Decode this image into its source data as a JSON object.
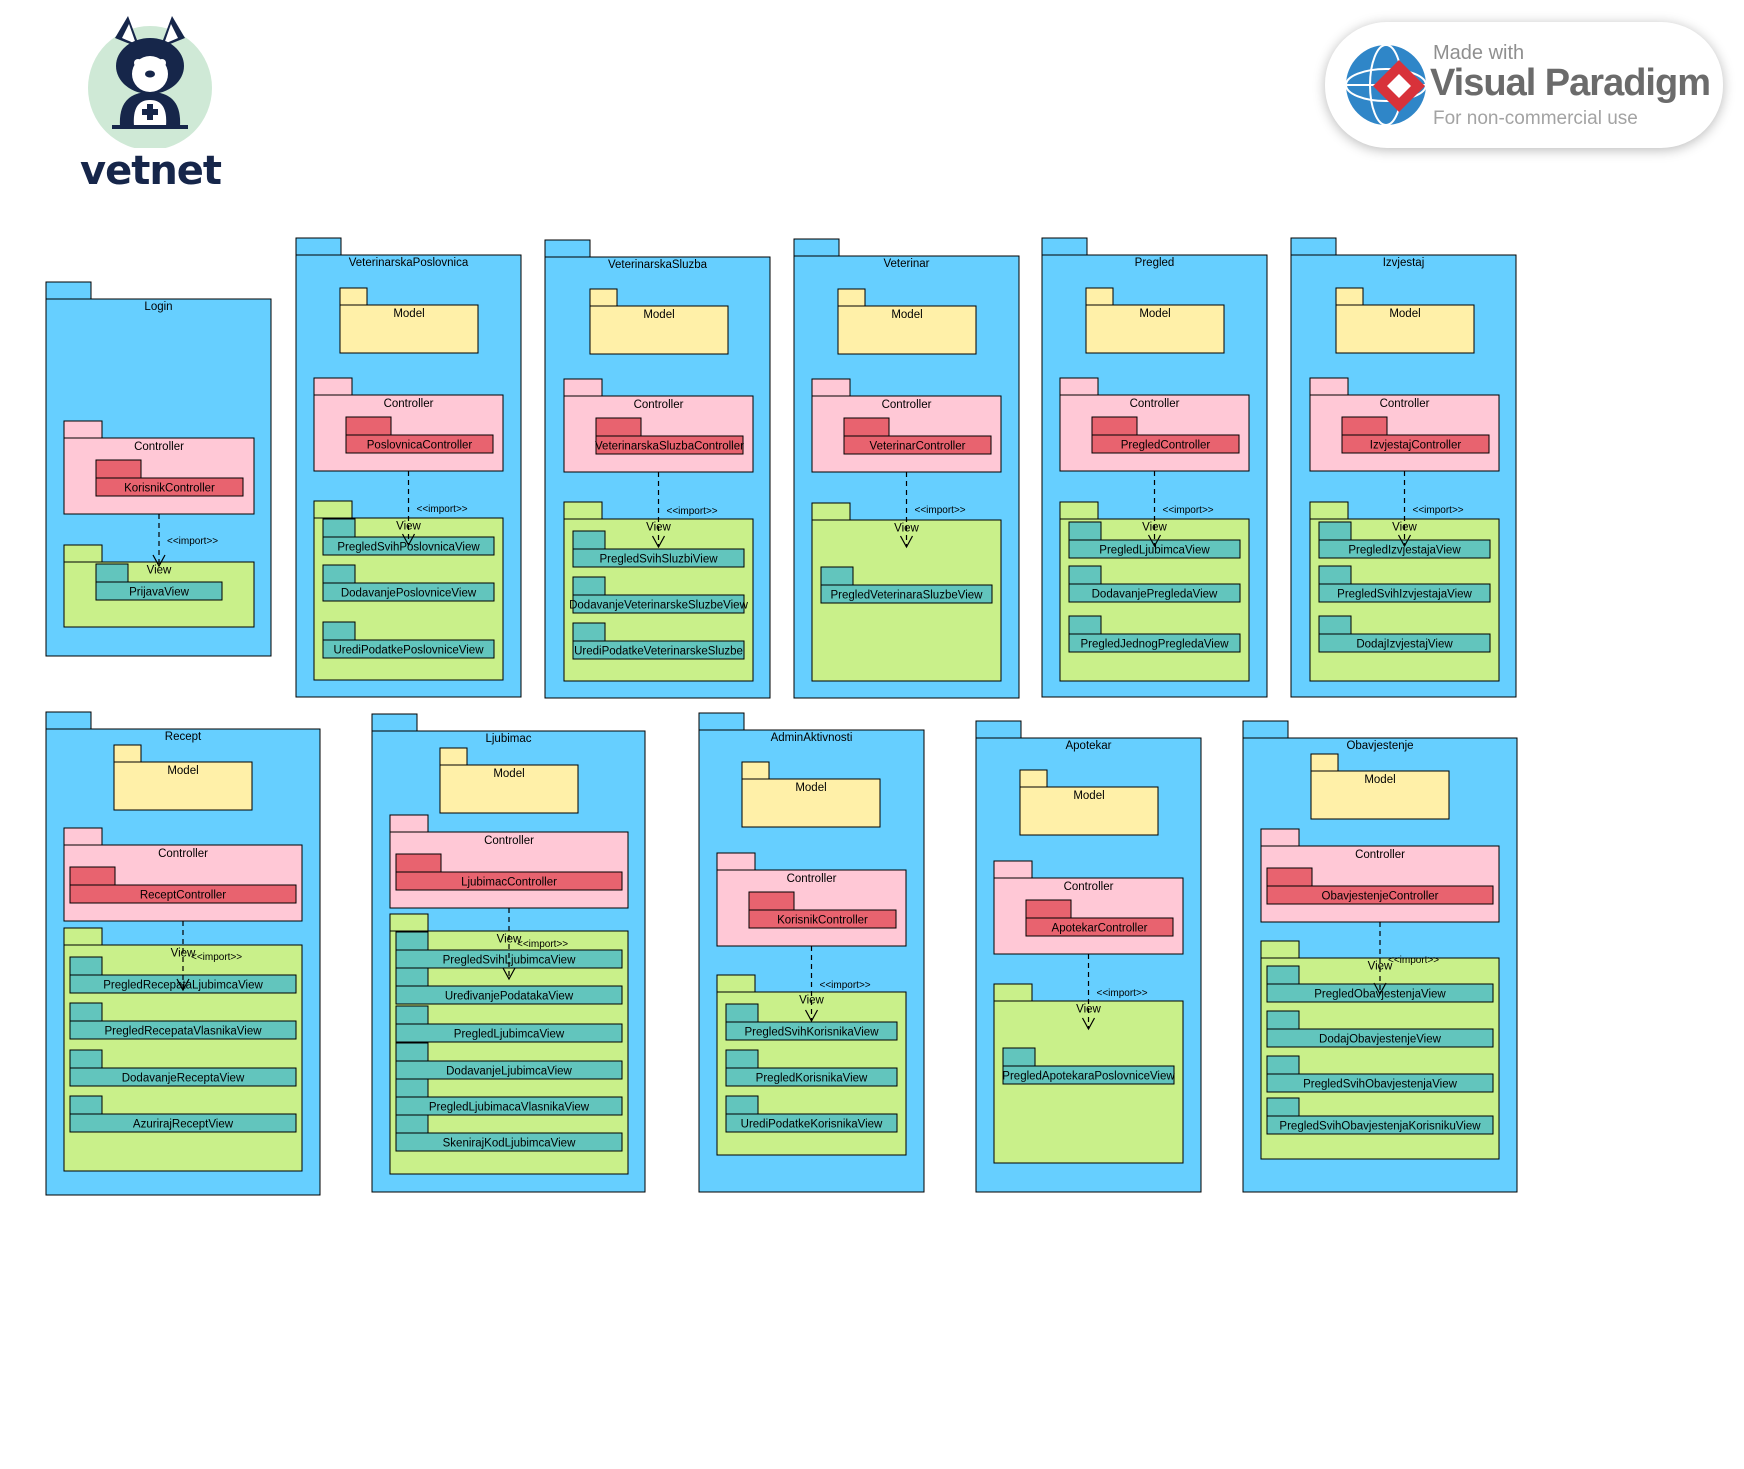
{
  "logo": {
    "text": "vetnet",
    "icon": "dog-icon",
    "colors": {
      "circle": "#cfe9d6",
      "ink": "#16264a"
    }
  },
  "watermark": {
    "line1": "Made with",
    "line2": "Visual Paradigm",
    "line3": "For non-commercial use",
    "icon": "globe-icon"
  },
  "colors": {
    "package": "#66cfff",
    "model": "#fff0a8",
    "controller": "#ffc8d6",
    "controller_class": "#e8636f",
    "view": "#c9f08a",
    "view_class": "#62c5bd",
    "line": "#000000"
  },
  "import_label": "<<import>>",
  "packages": [
    {
      "name": "Login",
      "model": null,
      "controller": "Controller",
      "controller_classes": [
        "KorisnikController"
      ],
      "view": "View",
      "view_classes": [
        "PrijavaView"
      ]
    },
    {
      "name": "VeterinarskaPoslovnica",
      "model": "Model",
      "controller": "Controller",
      "controller_classes": [
        "PoslovnicaController"
      ],
      "view": "View",
      "view_classes": [
        "PregledSvihPoslovnicaView",
        "DodavanjePoslovniceView",
        "UrediPodatkePoslovniceView"
      ]
    },
    {
      "name": "VeterinarskaSluzba",
      "model": "Model",
      "controller": "Controller",
      "controller_classes": [
        "VeterinarskaSluzbaController"
      ],
      "view": "View",
      "view_classes": [
        "PregledSvihSluzbiView",
        "DodavanjeVeterinarskeSluzbeView",
        "UrediPodatkeVeterinarskeSluzbe"
      ]
    },
    {
      "name": "Veterinar",
      "model": "Model",
      "controller": "Controller",
      "controller_classes": [
        "VeterinarController"
      ],
      "view": "View",
      "view_classes": [
        "PregledVeterinaraSluzbeView"
      ]
    },
    {
      "name": "Pregled",
      "model": "Model",
      "controller": "Controller",
      "controller_classes": [
        "PregledController"
      ],
      "view": "View",
      "view_classes": [
        "PregledLjubimcaView",
        "DodavanjePregledaView",
        "PregledJednogPregledaView"
      ]
    },
    {
      "name": "Izvjestaj",
      "model": "Model",
      "controller": "Controller",
      "controller_classes": [
        "IzvjestajController"
      ],
      "view": "View",
      "view_classes": [
        "PregledIzvjestajaView",
        "PregledSvihIzvjestajaView",
        "DodajIzvjestajView"
      ]
    },
    {
      "name": "Recept",
      "model": "Model",
      "controller": "Controller",
      "controller_classes": [
        "ReceptController"
      ],
      "view": "View",
      "view_classes": [
        "PregledRecepataLjubimcaView",
        "PregledRecepataVlasnikaView",
        "DodavanjeReceptaView",
        "AzurirajReceptView"
      ]
    },
    {
      "name": "Ljubimac",
      "model": "Model",
      "controller": "Controller",
      "controller_classes": [
        "LjubimacController"
      ],
      "view": "View",
      "view_classes": [
        "PregledSvihLjubimcaView",
        "UređivanjePodatakaView",
        "PregledLjubimcaView",
        "DodavanjeLjubimcaView",
        "PregledLjubimacaVlasnikaView",
        "SkenirajKodLjubimcaView"
      ]
    },
    {
      "name": "AdminAktivnosti",
      "model": "Model",
      "controller": "Controller",
      "controller_classes": [
        "KorisnikController"
      ],
      "view": "View",
      "view_classes": [
        "PregledSvihKorisnikaView",
        "PregledKorisnikaView",
        "UrediPodatkeKorisnikaView"
      ]
    },
    {
      "name": "Apotekar",
      "model": "Model",
      "controller": "Controller",
      "controller_classes": [
        "ApotekarController"
      ],
      "view": "View",
      "view_classes": [
        "PregledApotekaraPoslovniceView"
      ]
    },
    {
      "name": "Obavjestenje",
      "model": "Model",
      "controller": "Controller",
      "controller_classes": [
        "ObavjestenjeController"
      ],
      "view": "View",
      "view_classes": [
        "PregledObavjestenjaView",
        "DodajObavjestenjeView",
        "PregledSvihObavjestenjaView",
        "PregledSvihObavjestenjaKorisnikuView"
      ]
    }
  ]
}
